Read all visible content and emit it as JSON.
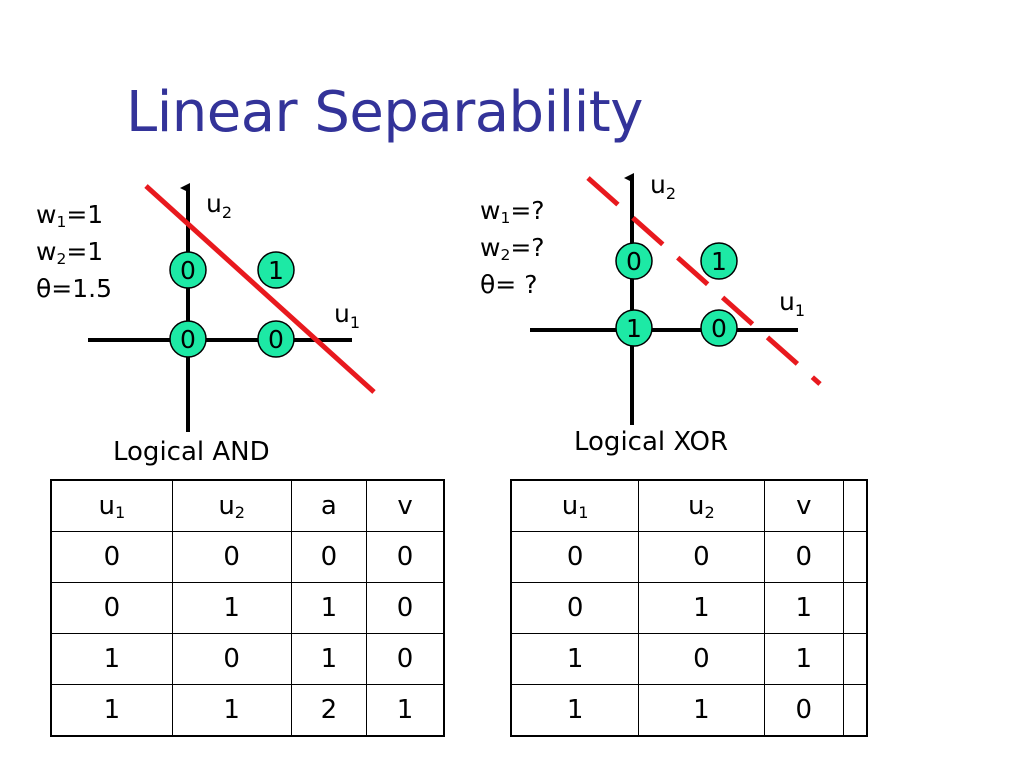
{
  "title": "Linear Separability",
  "and_panel": {
    "caption": "Logical AND",
    "params": {
      "w1_base": "w",
      "w1_sub": "1",
      "w1_val": "=1",
      "w2_base": "w",
      "w2_sub": "2",
      "w2_val": "=1",
      "theta_sym": "θ",
      "theta_val": "=1.5"
    },
    "axis_labels": {
      "u1_base": "u",
      "u1_sub": "1",
      "u2_base": "u",
      "u2_sub": "2"
    },
    "points": {
      "top_left": "0",
      "top_right": "1",
      "bottom_left": "0",
      "bottom_right": "0"
    },
    "line_style": "solid"
  },
  "xor_panel": {
    "caption": "Logical XOR",
    "params": {
      "w1_base": "w",
      "w1_sub": "1",
      "w1_val": "=?",
      "w2_base": "w",
      "w2_sub": "2",
      "w2_val": "=?",
      "theta_sym": "θ",
      "theta_val": "= ?"
    },
    "axis_labels": {
      "u1_base": "u",
      "u1_sub": "1",
      "u2_base": "u",
      "u2_sub": "2"
    },
    "points": {
      "top_left": "0",
      "top_right": "1",
      "bottom_left": "1",
      "bottom_right": "0"
    },
    "line_style": "dashed"
  },
  "and_table": {
    "headers": [
      {
        "base": "u",
        "sub": "1"
      },
      {
        "base": "u",
        "sub": "2"
      },
      {
        "base": "a",
        "sub": ""
      },
      {
        "base": "v",
        "sub": ""
      }
    ],
    "rows": [
      [
        "0",
        "0",
        "0",
        "0"
      ],
      [
        "0",
        "1",
        "1",
        "0"
      ],
      [
        "1",
        "0",
        "1",
        "0"
      ],
      [
        "1",
        "1",
        "2",
        "1"
      ]
    ]
  },
  "xor_table": {
    "headers": [
      {
        "base": "u",
        "sub": "1"
      },
      {
        "base": "u",
        "sub": "2"
      },
      {
        "base": "v",
        "sub": ""
      }
    ],
    "rows": [
      [
        "0",
        "0",
        "0"
      ],
      [
        "0",
        "1",
        "1"
      ],
      [
        "1",
        "0",
        "1"
      ],
      [
        "1",
        "1",
        "0"
      ]
    ]
  },
  "colors": {
    "title": "#333399",
    "separator_line": "#e8191e",
    "point_fill": "#1de9a5",
    "axis": "#000000"
  }
}
